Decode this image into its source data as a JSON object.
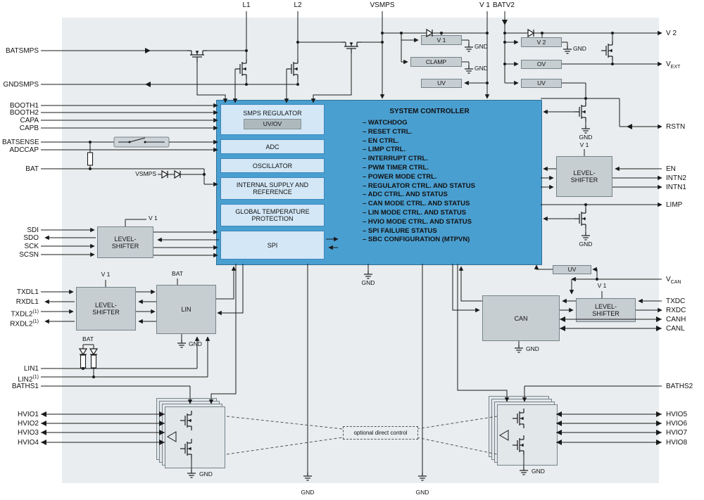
{
  "diagram": {
    "type": "SBC block diagram"
  },
  "pins": {
    "top": [
      "L1",
      "L2",
      "VSMPS",
      "V 1",
      "BATV2"
    ],
    "left": [
      "BATSMPS",
      "GNDSMPS",
      "BOOTH1",
      "BOOTH2",
      "CAPA",
      "CAPB",
      "BATSENSE",
      "ADCCAP",
      "BAT",
      "SDI",
      "SDO",
      "SCK",
      "SCSN",
      "TXDL1",
      "RXDL1",
      "TXDL2",
      "RXDL2",
      "LIN1",
      "LIN2",
      "BATHS1",
      "HVIO1",
      "HVIO2",
      "HVIO3",
      "HVIO4"
    ],
    "right": [
      "V 2",
      "RSTN",
      "EN",
      "INTN2",
      "INTN1",
      "LIMP",
      "TXDC",
      "RXDC",
      "CANH",
      "CANL",
      "BATHS2",
      "HVIO5",
      "HVIO6",
      "HVIO7",
      "HVIO8"
    ],
    "sup_note": "(1)",
    "vext": {
      "base": "V",
      "sub": "EXT"
    },
    "vcan": {
      "base": "V",
      "sub": "CAN"
    }
  },
  "blocks": {
    "smps_regulator": "SMPS REGULATOR",
    "uv_ov_badge": "UV/OV",
    "adc": "ADC",
    "oscillator": "OSCILLATOR",
    "internal_supply": "INTERNAL SUPPLY AND REFERENCE",
    "global_temp": "GLOBAL TEMPERATURE PROTECTION",
    "spi": "SPI",
    "v1_regulator": "V 1",
    "clamp": "CLAMP",
    "uv": "UV",
    "ov": "OV",
    "v2_regulator": "V 2",
    "level_shifter_top": "LEVEL-",
    "level_shifter_bottom": "SHIFTER",
    "lin": "LIN",
    "can": "CAN"
  },
  "system_controller": {
    "title": "SYSTEM CONTROLLER",
    "items": [
      "– WATCHDOG",
      "– RESET CTRL.",
      "– EN CTRL.",
      "– LIMP CTRL.",
      "– INTERRUPT CTRL.",
      "– PWM TIMER CTRL.",
      "– POWER MODE CTRL.",
      "– REGULATOR CTRL. AND STATUS",
      "– ADC CTRL. AND STATUS",
      "– CAN MODE CTRL. AND STATUS",
      "– LIN MODE CTRL. AND STATUS",
      "– HVIO MODE CTRL. AND STATUS",
      "– SPI FAILURE STATUS",
      "– SBC CONFIGURATION (MTPVN)"
    ]
  },
  "labels": {
    "gnd": "GND",
    "v1": "V 1",
    "bat": "BAT",
    "vsmps": "VSMPS",
    "optional_control": "optional direct control"
  },
  "colors": {
    "controller_fill": "#4a9fd1",
    "subblock_fill": "#d3e7f6",
    "block_fill": "#c6ced2",
    "chip_fill": "#e9edef"
  }
}
